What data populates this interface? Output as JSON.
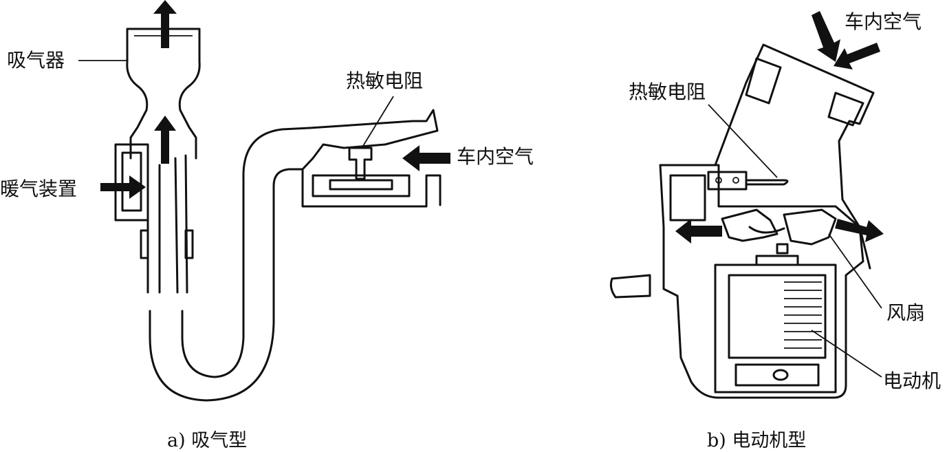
{
  "diagram_a": {
    "labels": {
      "aspirator": "吸气器",
      "heater": "暖气装置",
      "thermistor": "热敏电阻",
      "cabin_air": "车内空气"
    },
    "caption": "a) 吸气型"
  },
  "diagram_b": {
    "labels": {
      "cabin_air": "车内空气",
      "thermistor": "热敏电阻",
      "fan": "风扇",
      "motor": "电动机"
    },
    "caption": "b) 电动机型"
  },
  "icons": [
    "arrow-up-icon",
    "arrow-right-icon",
    "arrow-left-icon",
    "arrow-down-icon"
  ]
}
